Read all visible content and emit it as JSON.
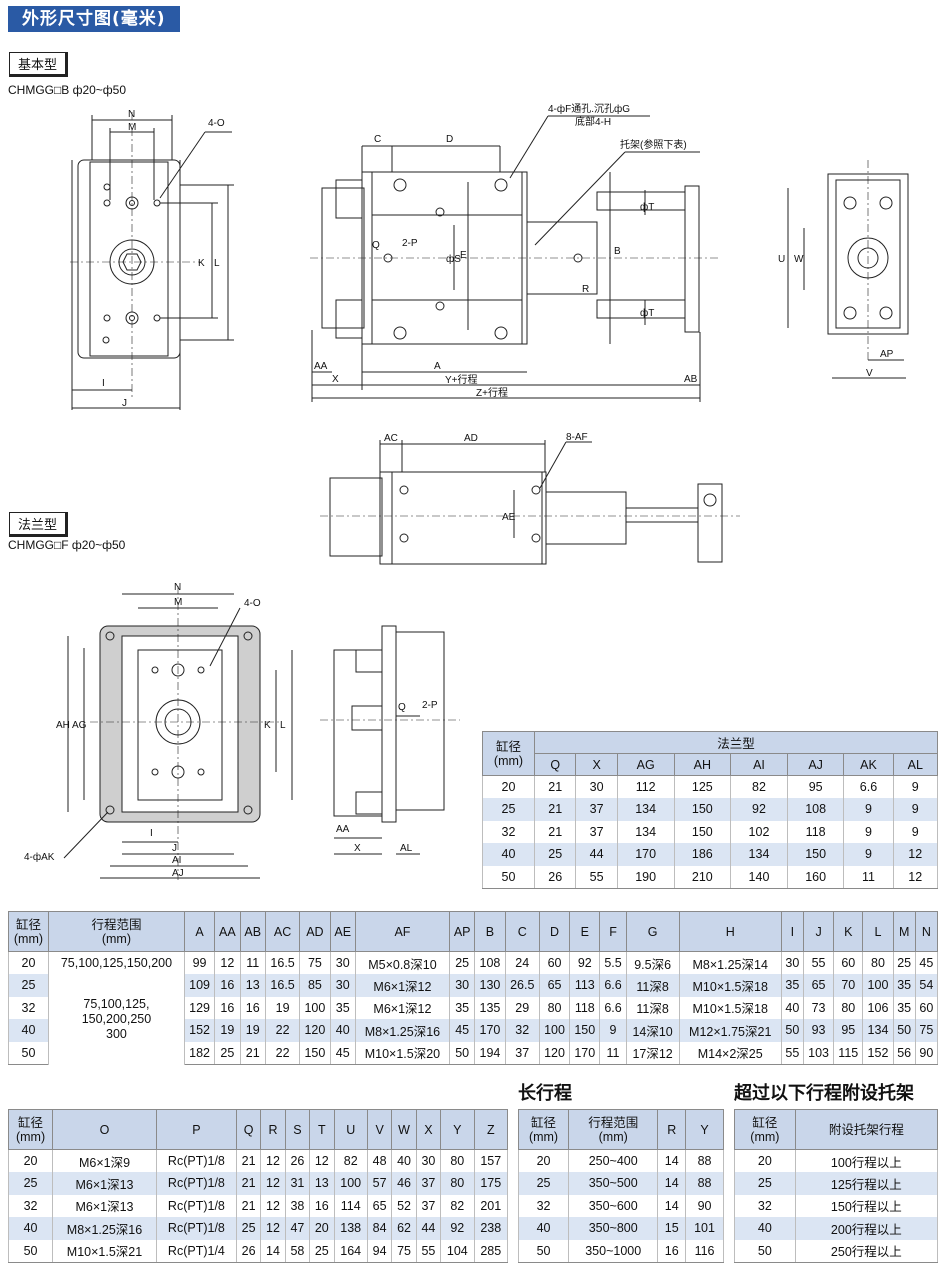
{
  "title": "外形尺寸图(毫米)",
  "basic": {
    "tag": "基本型",
    "model": "CHMGG□B  ф20~ф50"
  },
  "flange": {
    "tag": "法兰型",
    "model": "CHMGG□F  ф20~ф50"
  },
  "labels": {
    "N": "N",
    "M": "M",
    "O4": "4-O",
    "K": "K",
    "L": "L",
    "I": "I",
    "J": "J",
    "C": "C",
    "D": "D",
    "hole": "4-фF通孔.沉孔фG",
    "bottom": "底部4-H",
    "bracket": "托架(参照下表)",
    "Q": "Q",
    "P2": "2-P",
    "S": "фS",
    "E": "E",
    "B": "B",
    "T": "фT",
    "R": "R",
    "AA": "AA",
    "X": "X",
    "A": "A",
    "Ystroke": "Y+行程",
    "Zstroke": "Z+行程",
    "AB": "AB",
    "U": "U",
    "W": "W",
    "AP": "AP",
    "V": "V",
    "AC": "AC",
    "AD": "AD",
    "AF8": "8-AF",
    "AE": "AE",
    "AH": "AH",
    "AG": "AG",
    "AK4": "4-фAK",
    "AI": "AI",
    "AJ": "AJ",
    "AL": "AL"
  },
  "flange_table": {
    "head_bore": "缸径\n(mm)",
    "head_group": "法兰型",
    "cols": [
      "Q",
      "X",
      "AG",
      "AH",
      "AI",
      "AJ",
      "AK",
      "AL"
    ],
    "rows": [
      [
        "20",
        "21",
        "30",
        "112",
        "125",
        "82",
        "95",
        "6.6",
        "9"
      ],
      [
        "25",
        "21",
        "37",
        "134",
        "150",
        "92",
        "108",
        "9",
        "9"
      ],
      [
        "32",
        "21",
        "37",
        "134",
        "150",
        "102",
        "118",
        "9",
        "9"
      ],
      [
        "40",
        "25",
        "44",
        "170",
        "186",
        "134",
        "150",
        "9",
        "12"
      ],
      [
        "50",
        "26",
        "55",
        "190",
        "210",
        "140",
        "160",
        "11",
        "12"
      ]
    ]
  },
  "main_table": {
    "cols": [
      "缸径\n(mm)",
      "行程范围\n(mm)",
      "A",
      "AA",
      "AB",
      "AC",
      "AD",
      "AE",
      "AF",
      "AP",
      "B",
      "C",
      "D",
      "E",
      "F",
      "G",
      "H",
      "I",
      "J",
      "K",
      "L",
      "M",
      "N"
    ],
    "first_stroke": "75,100,125,150,200",
    "merged_stroke": "75,100,125,\n150,200,250\n300",
    "rows": [
      [
        "20",
        "99",
        "12",
        "11",
        "16.5",
        "75",
        "30",
        "M5×0.8深10",
        "25",
        "108",
        "24",
        "60",
        "92",
        "5.5",
        "9.5深6",
        "M8×1.25深14",
        "30",
        "55",
        "60",
        "80",
        "25",
        "45"
      ],
      [
        "25",
        "109",
        "16",
        "13",
        "16.5",
        "85",
        "30",
        "M6×1深12",
        "30",
        "130",
        "26.5",
        "65",
        "113",
        "6.6",
        "11深8",
        "M10×1.5深18",
        "35",
        "65",
        "70",
        "100",
        "35",
        "54"
      ],
      [
        "32",
        "129",
        "16",
        "16",
        "19",
        "100",
        "35",
        "M6×1深12",
        "35",
        "135",
        "29",
        "80",
        "118",
        "6.6",
        "11深8",
        "M10×1.5深18",
        "40",
        "73",
        "80",
        "106",
        "35",
        "60"
      ],
      [
        "40",
        "152",
        "19",
        "19",
        "22",
        "120",
        "40",
        "M8×1.25深16",
        "45",
        "170",
        "32",
        "100",
        "150",
        "9",
        "14深10",
        "M12×1.75深21",
        "50",
        "93",
        "95",
        "134",
        "50",
        "75"
      ],
      [
        "50",
        "182",
        "25",
        "21",
        "22",
        "150",
        "45",
        "M10×1.5深20",
        "50",
        "194",
        "37",
        "120",
        "170",
        "11",
        "17深12",
        "M14×2深25",
        "55",
        "103",
        "115",
        "152",
        "56",
        "90"
      ]
    ]
  },
  "table_o": {
    "cols": [
      "缸径\n(mm)",
      "O",
      "P",
      "Q",
      "R",
      "S",
      "T",
      "U",
      "V",
      "W",
      "X",
      "Y",
      "Z"
    ],
    "rows": [
      [
        "20",
        "M6×1深9",
        "Rc(PT)1/8",
        "21",
        "12",
        "26",
        "12",
        "82",
        "48",
        "40",
        "30",
        "80",
        "157"
      ],
      [
        "25",
        "M6×1深13",
        "Rc(PT)1/8",
        "21",
        "12",
        "31",
        "13",
        "100",
        "57",
        "46",
        "37",
        "80",
        "175"
      ],
      [
        "32",
        "M6×1深13",
        "Rc(PT)1/8",
        "21",
        "12",
        "38",
        "16",
        "114",
        "65",
        "52",
        "37",
        "82",
        "201"
      ],
      [
        "40",
        "M8×1.25深16",
        "Rc(PT)1/8",
        "25",
        "12",
        "47",
        "20",
        "138",
        "84",
        "62",
        "44",
        "92",
        "238"
      ],
      [
        "50",
        "M10×1.5深21",
        "Rc(PT)1/4",
        "26",
        "14",
        "58",
        "25",
        "164",
        "94",
        "75",
        "55",
        "104",
        "285"
      ]
    ]
  },
  "long_stroke": {
    "heading": "长行程",
    "cols": [
      "缸径\n(mm)",
      "行程范围\n(mm)",
      "R",
      "Y"
    ],
    "rows": [
      [
        "20",
        "250~400",
        "14",
        "88"
      ],
      [
        "25",
        "350~500",
        "14",
        "88"
      ],
      [
        "32",
        "350~600",
        "14",
        "90"
      ],
      [
        "40",
        "350~800",
        "15",
        "101"
      ],
      [
        "50",
        "350~1000",
        "16",
        "116"
      ]
    ]
  },
  "bracket_table": {
    "heading": "超过以下行程附设托架",
    "cols": [
      "缸径\n(mm)",
      "附设托架行程"
    ],
    "rows": [
      [
        "20",
        "100行程以上"
      ],
      [
        "25",
        "125行程以上"
      ],
      [
        "32",
        "150行程以上"
      ],
      [
        "40",
        "200行程以上"
      ],
      [
        "50",
        "250行程以上"
      ]
    ]
  }
}
